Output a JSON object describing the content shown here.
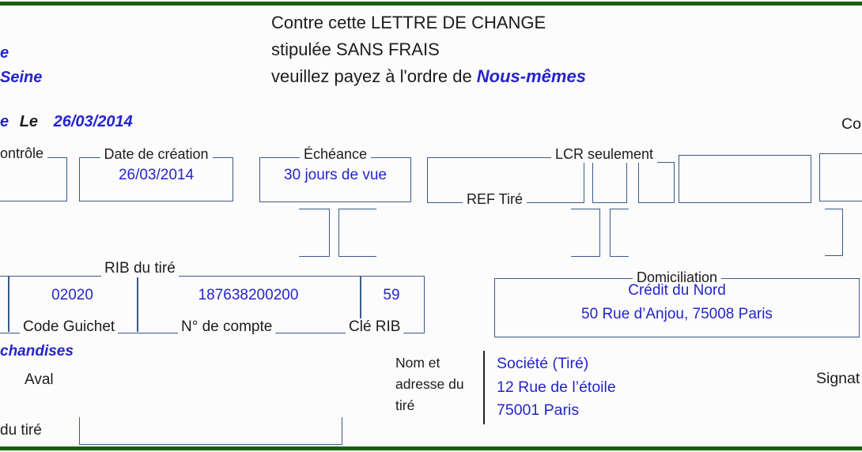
{
  "colors": {
    "accent_blue": "#2424cd",
    "border_blue": "#3a5a8a",
    "green": "#17610f"
  },
  "draft_clause": {
    "line1": "Contre cette LETTRE DE CHANGE",
    "line2": "stipulée SANS FRAIS",
    "line3_prefix": "veuillez payez à l'ordre de ",
    "line3_value": "Nous-mêmes"
  },
  "top_left": {
    "fragment1": "e",
    "fragment2": "Seine",
    "place_fragment": "e",
    "le_label": "Le",
    "date": "26/03/2014"
  },
  "top_right_fragment": "Co",
  "fields": {
    "controle": {
      "label": "ontrôle"
    },
    "date_creation": {
      "label": "Date de création",
      "value": "26/03/2014"
    },
    "echeance": {
      "label": "Échéance",
      "value": "30 jours de vue"
    },
    "lcr": {
      "label": "LCR seulement",
      "ref_label": "REF Tiré"
    }
  },
  "rib": {
    "title": "RIB du tiré",
    "columns": [
      {
        "label": "Code Guichet",
        "value": "02020"
      },
      {
        "label": "N° de compte",
        "value": "187638200200"
      },
      {
        "label": "Clé RIB",
        "value": "59"
      }
    ]
  },
  "domiciliation": {
    "label": "Domiciliation",
    "line1": "Crédit du Nord",
    "line2": "50 Rue d’Anjou, 75008 Paris"
  },
  "tire": {
    "label_line1": "Nom et",
    "label_line2": "adresse du",
    "label_line3": "tiré",
    "name": "Société (Tiré)",
    "address1": "12 Rue de l’étoile",
    "address2": "75001 Paris"
  },
  "fragments": {
    "marchandises": "chandises",
    "aval": "Aval",
    "du_tire": "du tiré",
    "signature": "Signat"
  }
}
